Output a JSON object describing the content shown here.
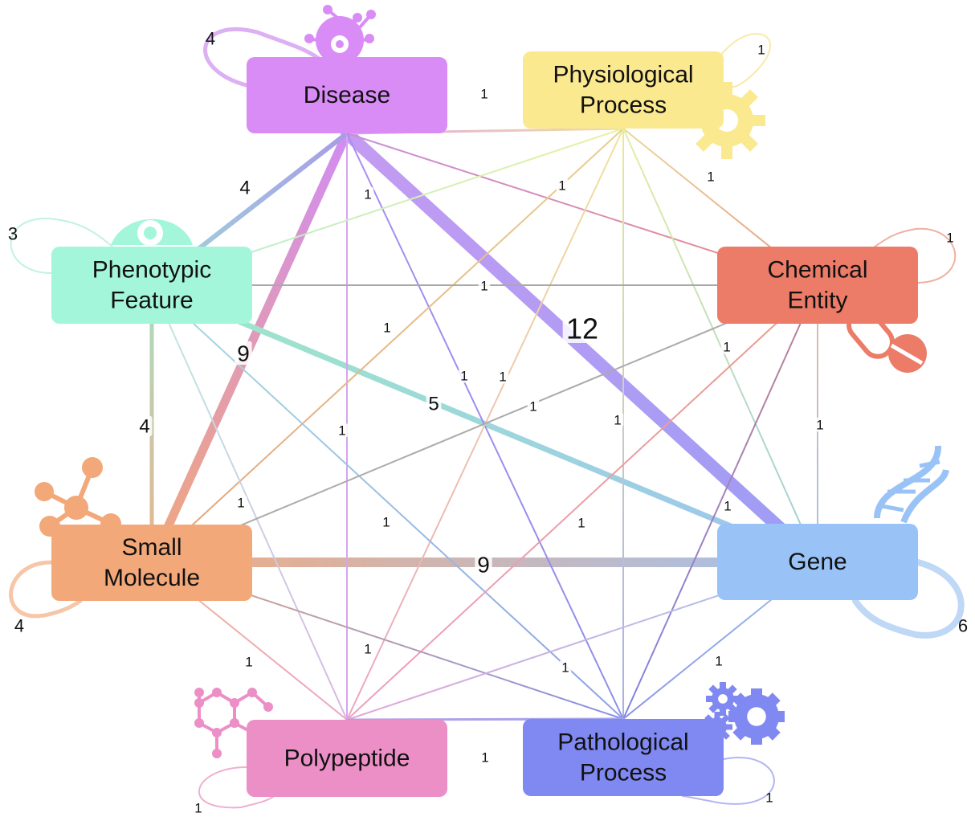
{
  "nodes": [
    {
      "id": "disease",
      "lines": [
        "Disease"
      ],
      "color": "#d98cf6",
      "icon": "virus-icon",
      "self_loop": "4"
    },
    {
      "id": "physiological",
      "lines": [
        "Physiological",
        "Process"
      ],
      "color": "#fbe98f",
      "icon": "gear-icon",
      "self_loop": "1"
    },
    {
      "id": "chemical",
      "lines": [
        "Chemical",
        "Entity"
      ],
      "color": "#ec7b67",
      "icon": "pills-icon",
      "self_loop": "1"
    },
    {
      "id": "gene",
      "lines": [
        "Gene"
      ],
      "color": "#99c3f7",
      "icon": "dna-icon",
      "self_loop": "6"
    },
    {
      "id": "pathological",
      "lines": [
        "Pathological",
        "Process"
      ],
      "color": "#8088f1",
      "icon": "gears-icon",
      "self_loop": "1"
    },
    {
      "id": "polypeptide",
      "lines": [
        "Polypeptide"
      ],
      "color": "#ec8fc6",
      "icon": "peptide-chain-icon",
      "self_loop": "1"
    },
    {
      "id": "small",
      "lines": [
        "Small",
        "Molecule"
      ],
      "color": "#f3a879",
      "icon": "molecule-icon",
      "self_loop": "4"
    },
    {
      "id": "phenotypic",
      "lines": [
        "Phenotypic",
        "Feature"
      ],
      "color": "#a3f6d9",
      "icon": "eye-icon",
      "self_loop": "3"
    }
  ],
  "edges": [
    {
      "from": "disease",
      "to": "gene",
      "label": "12"
    },
    {
      "from": "disease",
      "to": "small",
      "label": "9"
    },
    {
      "from": "small",
      "to": "gene",
      "label": "9"
    },
    {
      "from": "phenotypic",
      "to": "gene",
      "label": "5"
    },
    {
      "from": "disease",
      "to": "phenotypic",
      "label": "4"
    },
    {
      "from": "phenotypic",
      "to": "small",
      "label": "4"
    },
    {
      "from": "disease",
      "to": "physiological",
      "label": "1"
    },
    {
      "from": "disease",
      "to": "chemical",
      "label": "1"
    },
    {
      "from": "disease",
      "to": "polypeptide",
      "label": "1"
    },
    {
      "from": "disease",
      "to": "pathological",
      "label": "1"
    },
    {
      "from": "physiological",
      "to": "phenotypic",
      "label": "1"
    },
    {
      "from": "physiological",
      "to": "chemical",
      "label": "1"
    },
    {
      "from": "physiological",
      "to": "small",
      "label": "1"
    },
    {
      "from": "physiological",
      "to": "polypeptide",
      "label": "1"
    },
    {
      "from": "physiological",
      "to": "pathological",
      "label": "1"
    },
    {
      "from": "physiological",
      "to": "gene",
      "label": "1"
    },
    {
      "from": "phenotypic",
      "to": "chemical",
      "label": "1"
    },
    {
      "from": "phenotypic",
      "to": "polypeptide",
      "label": "1"
    },
    {
      "from": "phenotypic",
      "to": "pathological",
      "label": "1"
    },
    {
      "from": "chemical",
      "to": "small",
      "label": "1"
    },
    {
      "from": "chemical",
      "to": "polypeptide",
      "label": "1"
    },
    {
      "from": "chemical",
      "to": "gene",
      "label": "1"
    },
    {
      "from": "chemical",
      "to": "pathological",
      "label": "1"
    },
    {
      "from": "small",
      "to": "polypeptide",
      "label": "1"
    },
    {
      "from": "small",
      "to": "pathological",
      "label": "1"
    },
    {
      "from": "gene",
      "to": "polypeptide",
      "label": "1"
    },
    {
      "from": "gene",
      "to": "pathological",
      "label": "1"
    },
    {
      "from": "polypeptide",
      "to": "pathological",
      "label": "1"
    }
  ]
}
